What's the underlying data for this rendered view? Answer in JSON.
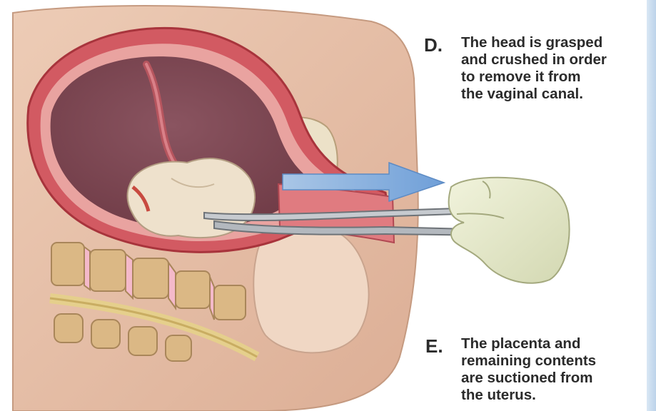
{
  "captions": {
    "d": {
      "letter": "D.",
      "text": "The head is grasped\nand crushed in order\nto remove it from\nthe vaginal canal."
    },
    "e": {
      "letter": "E.",
      "text": "The placenta and\nremaining contents\nare suctioned from\nthe uterus."
    }
  },
  "colors": {
    "background": "#ffffff",
    "skin": "#e6bfa8",
    "uterine_wall": "#c9414a",
    "uterine_cavity": "#7e4650",
    "vertebra": "#d7b07a",
    "disc": "#f2b2c4",
    "arrow": "#8fb6e0",
    "glove": "#e6e9c8",
    "instrument": "#b8bcc2"
  }
}
